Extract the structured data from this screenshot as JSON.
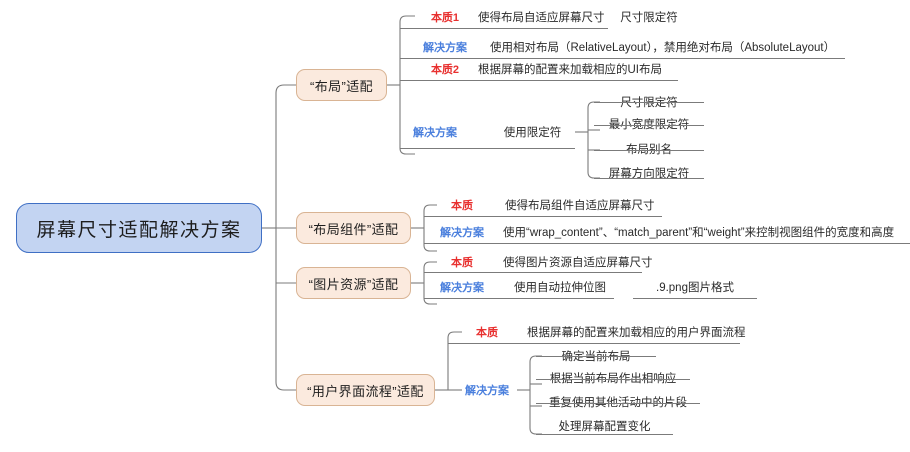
{
  "diagram": {
    "type": "mind-map",
    "title": "屏幕尺寸适配解决方案",
    "colors": {
      "root_fill": "#c3d4f2",
      "root_stroke": "#3f6fc4",
      "topic_fill": "#fbeade",
      "topic_stroke": "#d9b494",
      "label_essence": "#e8302f",
      "label_solution": "#4a7fdd",
      "text": "#2a2a2a",
      "connector": "#7b7b7b",
      "background": "#ffffff"
    },
    "labels": {
      "essence": "本质",
      "essence1": "本质1",
      "essence2": "本质2",
      "solution": "解决方案"
    },
    "root": {
      "text": "屏幕尺寸适配解决方案"
    },
    "branches": [
      {
        "id": "layout",
        "topic": "“布局”适配",
        "rows": [
          {
            "label": "本质1",
            "label_kind": "essence",
            "content": "使得布局自适应屏幕尺寸"
          },
          {
            "label": "解决方案",
            "label_kind": "solution",
            "content": "使用相对布局（RelativeLayout），禁用绝对布局（AbsoluteLayout）"
          },
          {
            "label": "本质2",
            "label_kind": "essence",
            "content": "根据屏幕的配置来加载相应的UI布局"
          },
          {
            "label": "解决方案",
            "label_kind": "solution",
            "content": "使用限定符",
            "children": [
              "尺寸限定符",
              "最小宽度限定符",
              "布局别名",
              "屏幕方向限定符"
            ]
          }
        ]
      },
      {
        "id": "layout-widget",
        "topic": "“布局组件”适配",
        "rows": [
          {
            "label": "本质",
            "label_kind": "essence",
            "content": "使得布局组件自适应屏幕尺寸"
          },
          {
            "label": "解决方案",
            "label_kind": "solution",
            "content": "使用“wrap_content”、“match_parent”和“weight”来控制视图组件的宽度和高度"
          }
        ]
      },
      {
        "id": "image-resource",
        "topic": "“图片资源”适配",
        "rows": [
          {
            "label": "本质",
            "label_kind": "essence",
            "content": "使得图片资源自适应屏幕尺寸"
          },
          {
            "label": "解决方案",
            "label_kind": "solution",
            "content": "使用自动拉伸位图",
            "children": [
              ".9.png图片格式"
            ]
          }
        ]
      },
      {
        "id": "ui-flow",
        "topic": "“用户界面流程”适配",
        "rows": [
          {
            "label": "本质",
            "label_kind": "essence",
            "content": "根据屏幕的配置来加载相应的用户界面流程"
          },
          {
            "label": "解决方案",
            "label_kind": "solution",
            "content": "",
            "children": [
              "确定当前布局",
              "根据当前布局作出相响应",
              "重复使用其他活动中的片段",
              "处理屏幕配置变化"
            ]
          }
        ]
      }
    ]
  }
}
